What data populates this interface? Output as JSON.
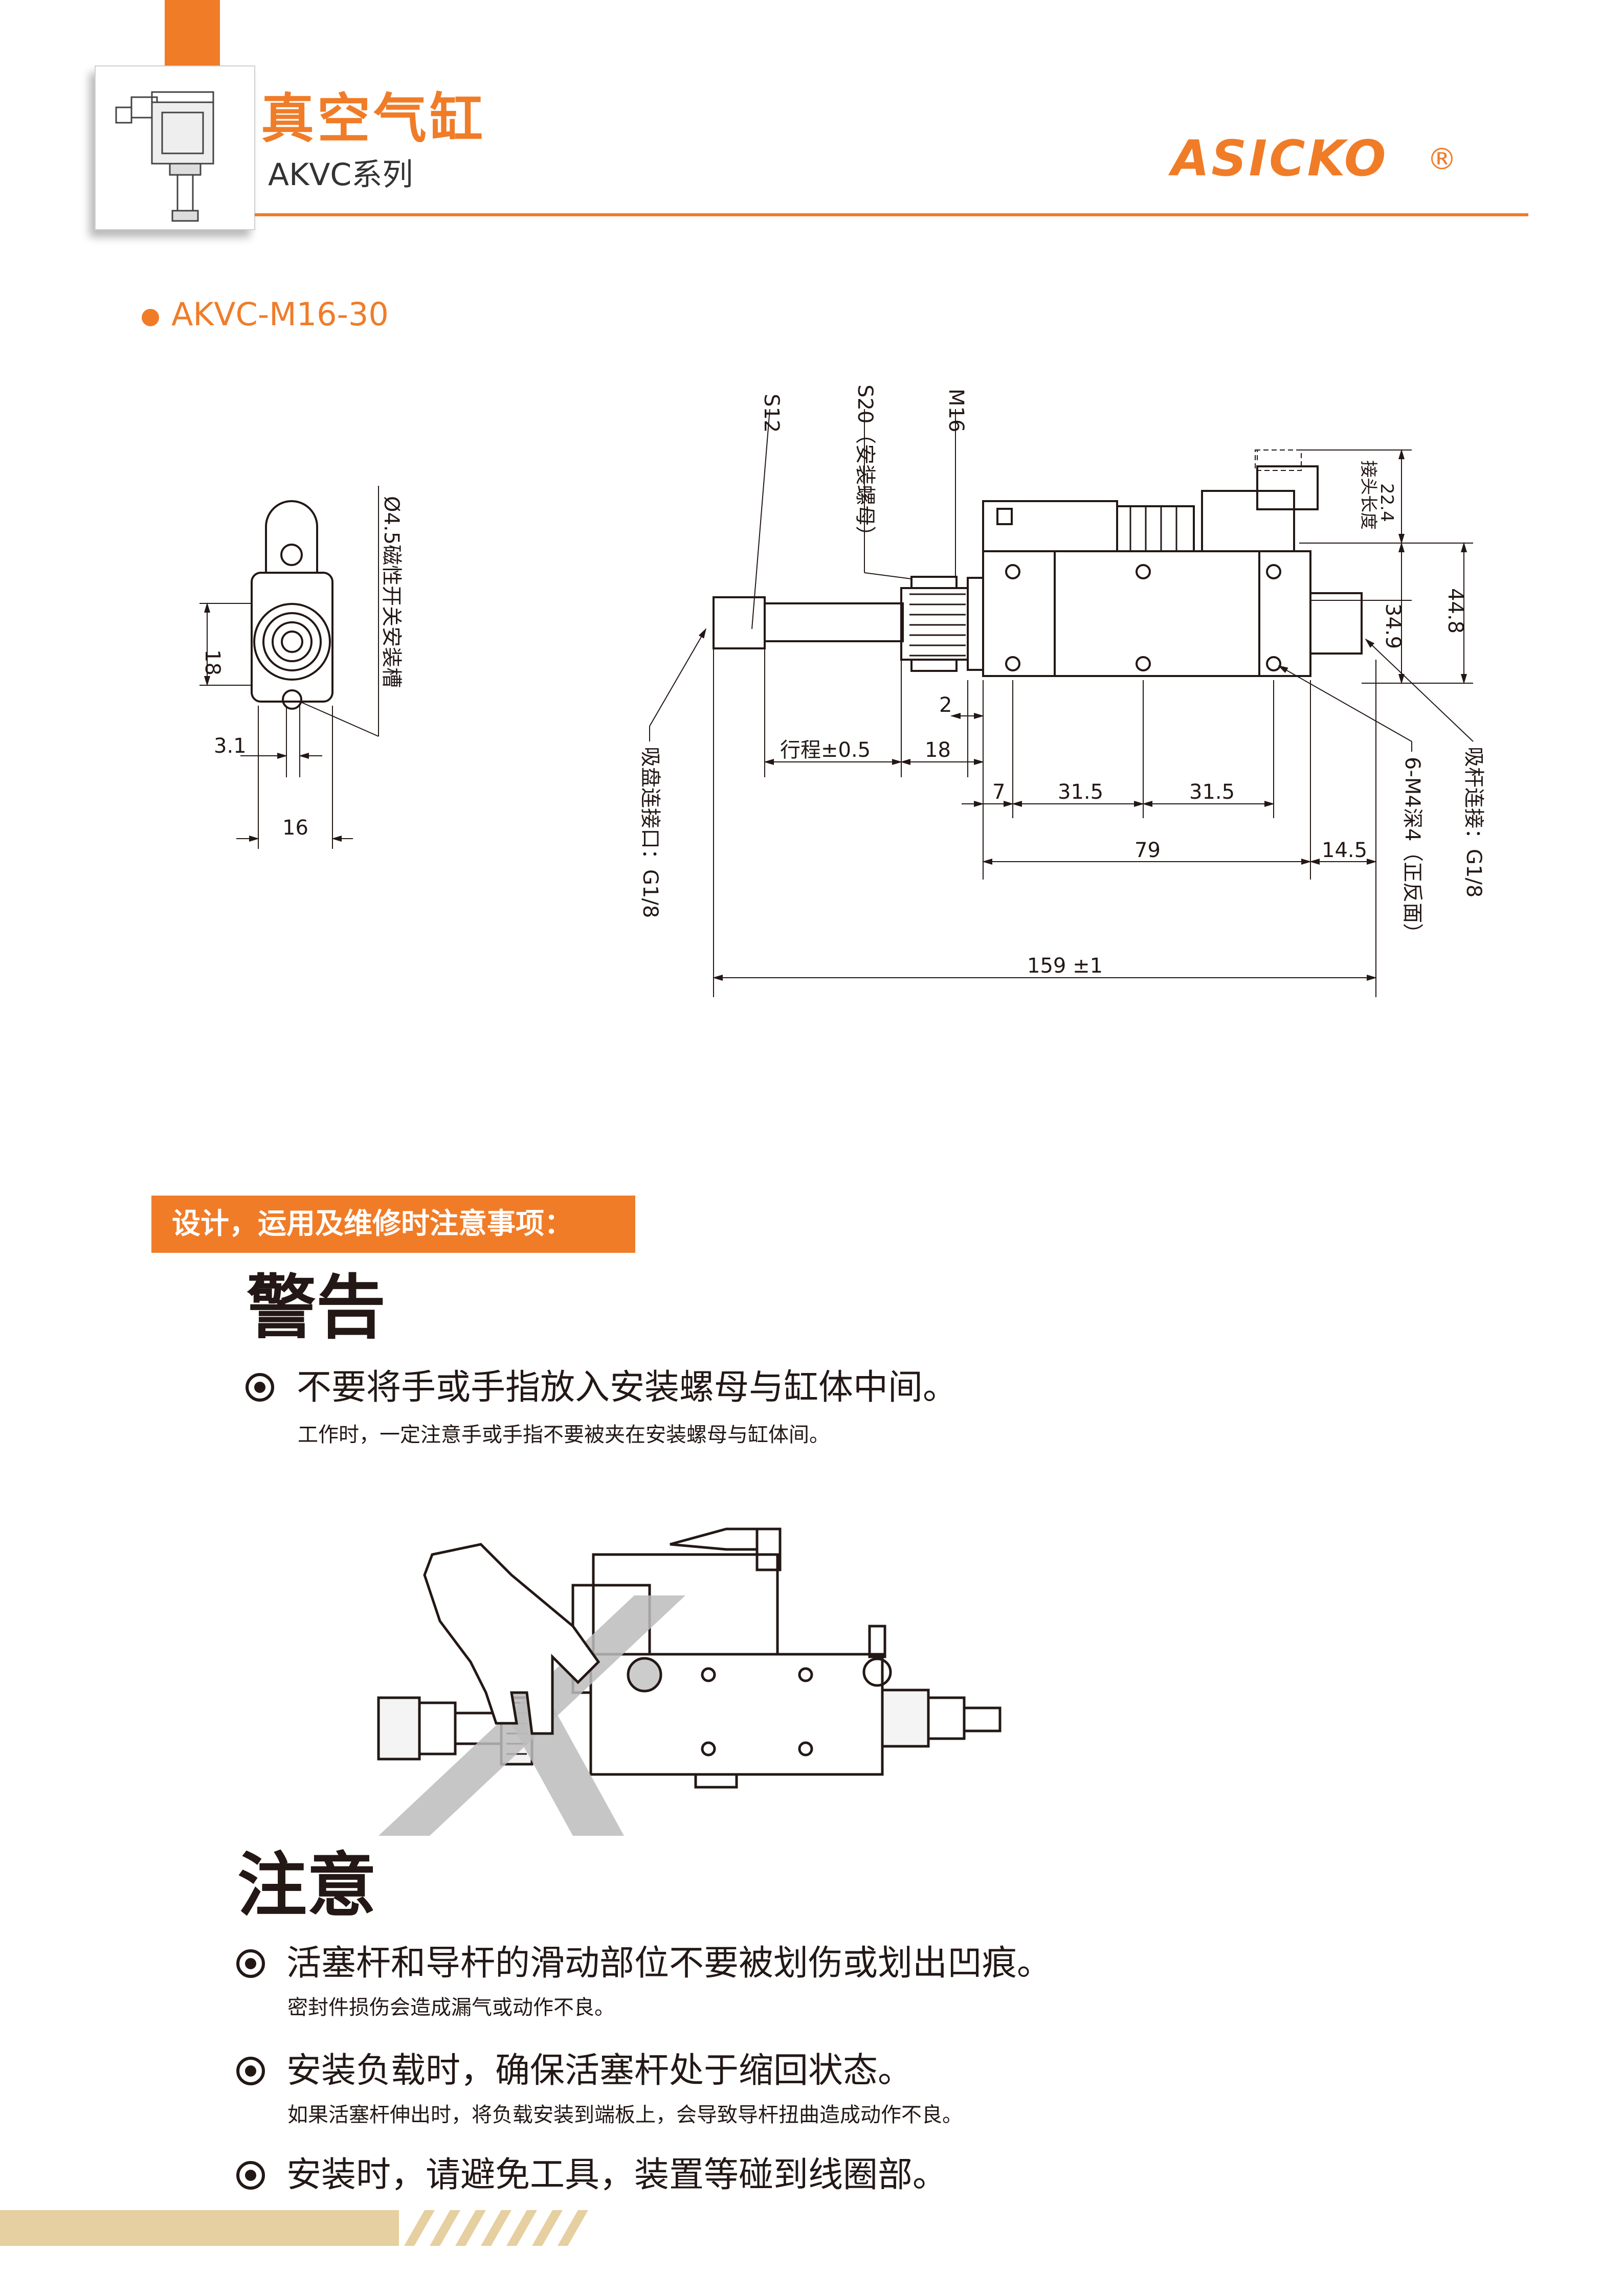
{
  "header": {
    "product_title": "真空气缸",
    "series": "AKVC系列",
    "brand": "ASICKO",
    "registered": "®"
  },
  "model": {
    "name": "AKVC-M16-30"
  },
  "drawing": {
    "left_view": {
      "slot_label": "Ø4.5磁性开关安装槽",
      "dim_18": "18",
      "dim_3_1": "3.1",
      "dim_16": "16"
    },
    "side_view": {
      "label_s12": "S12",
      "label_s20": "S20（安装螺母）",
      "label_m16": "M16",
      "label_22_4": "22.4",
      "label_joint_length": "接头长度",
      "label_44_8": "44.8",
      "label_34_9": "34.9",
      "label_2": "2",
      "label_stroke": "行程±0.5",
      "label_18": "18",
      "label_7": "7",
      "label_31_5_a": "31.5",
      "label_31_5_b": "31.5",
      "label_79": "79",
      "label_14_5": "14.5",
      "label_159": "159 ±1",
      "label_suction_port": "吸盘连接口：G1/8",
      "label_thread_holes": "6-M4深4（正反面）",
      "label_suction_rod": "吸杆连接：G1/8"
    }
  },
  "notice": {
    "banner": "设计，运用及维修时注意事项："
  },
  "warning": {
    "heading": "警告",
    "items": [
      {
        "title": "不要将手或手指放入安装螺母与缸体中间。",
        "note": "工作时，一定注意手或手指不要被夹在安装螺母与缸体间。"
      }
    ]
  },
  "caution": {
    "heading": "注意",
    "items": [
      {
        "title": "活塞杆和导杆的滑动部位不要被划伤或划出凹痕。",
        "note": "密封件损伤会造成漏气或动作不良。"
      },
      {
        "title": "安装负载时，确保活塞杆处于缩回状态。",
        "note": "如果活塞杆伸出时，将负载安装到端板上，会导致导杆扭曲造成动作不良。"
      },
      {
        "title": "安装时，请避免工具，装置等碰到线圈部。",
        "note": ""
      }
    ]
  },
  "colors": {
    "accent": "#f07c28",
    "text": "#231815",
    "stripe": "#e6cfa0"
  }
}
